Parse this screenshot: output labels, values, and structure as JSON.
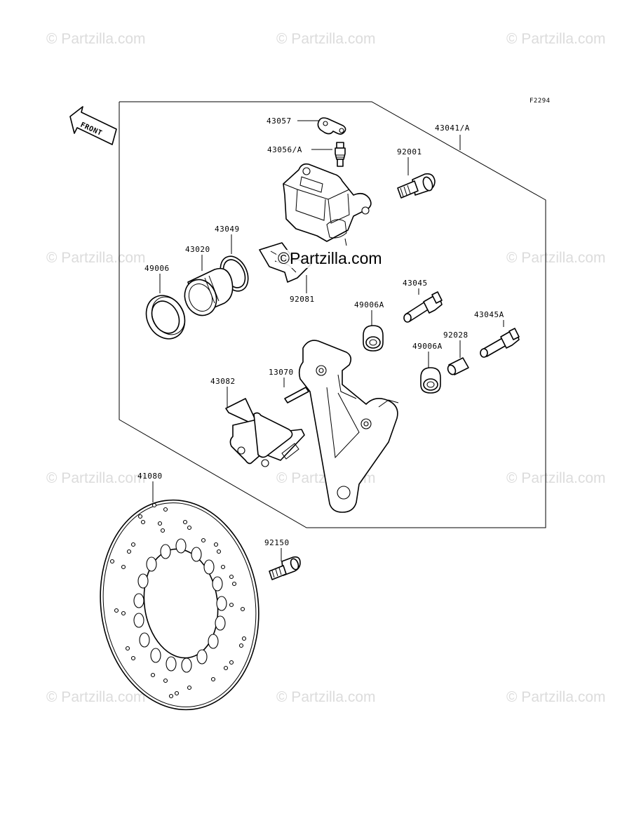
{
  "figure_code": "F2294",
  "front_arrow_label": "FRONT",
  "watermark": "© Partzilla.com",
  "center_watermark": "©Partzilla.com",
  "callouts": {
    "p43057": "43057",
    "p43056a": "43056/A",
    "p43041a": "43041/A",
    "p92001": "92001",
    "p43049": "43049",
    "p43020": "43020",
    "p49006": "49006",
    "p92081": "92081",
    "p43045": "43045",
    "p49006a_1": "49006A",
    "p43045a": "43045A",
    "p92028": "92028",
    "p49006a_2": "49006A",
    "p43082": "43082",
    "p13070": "13070",
    "p41080": "41080",
    "p92150": "92150"
  }
}
